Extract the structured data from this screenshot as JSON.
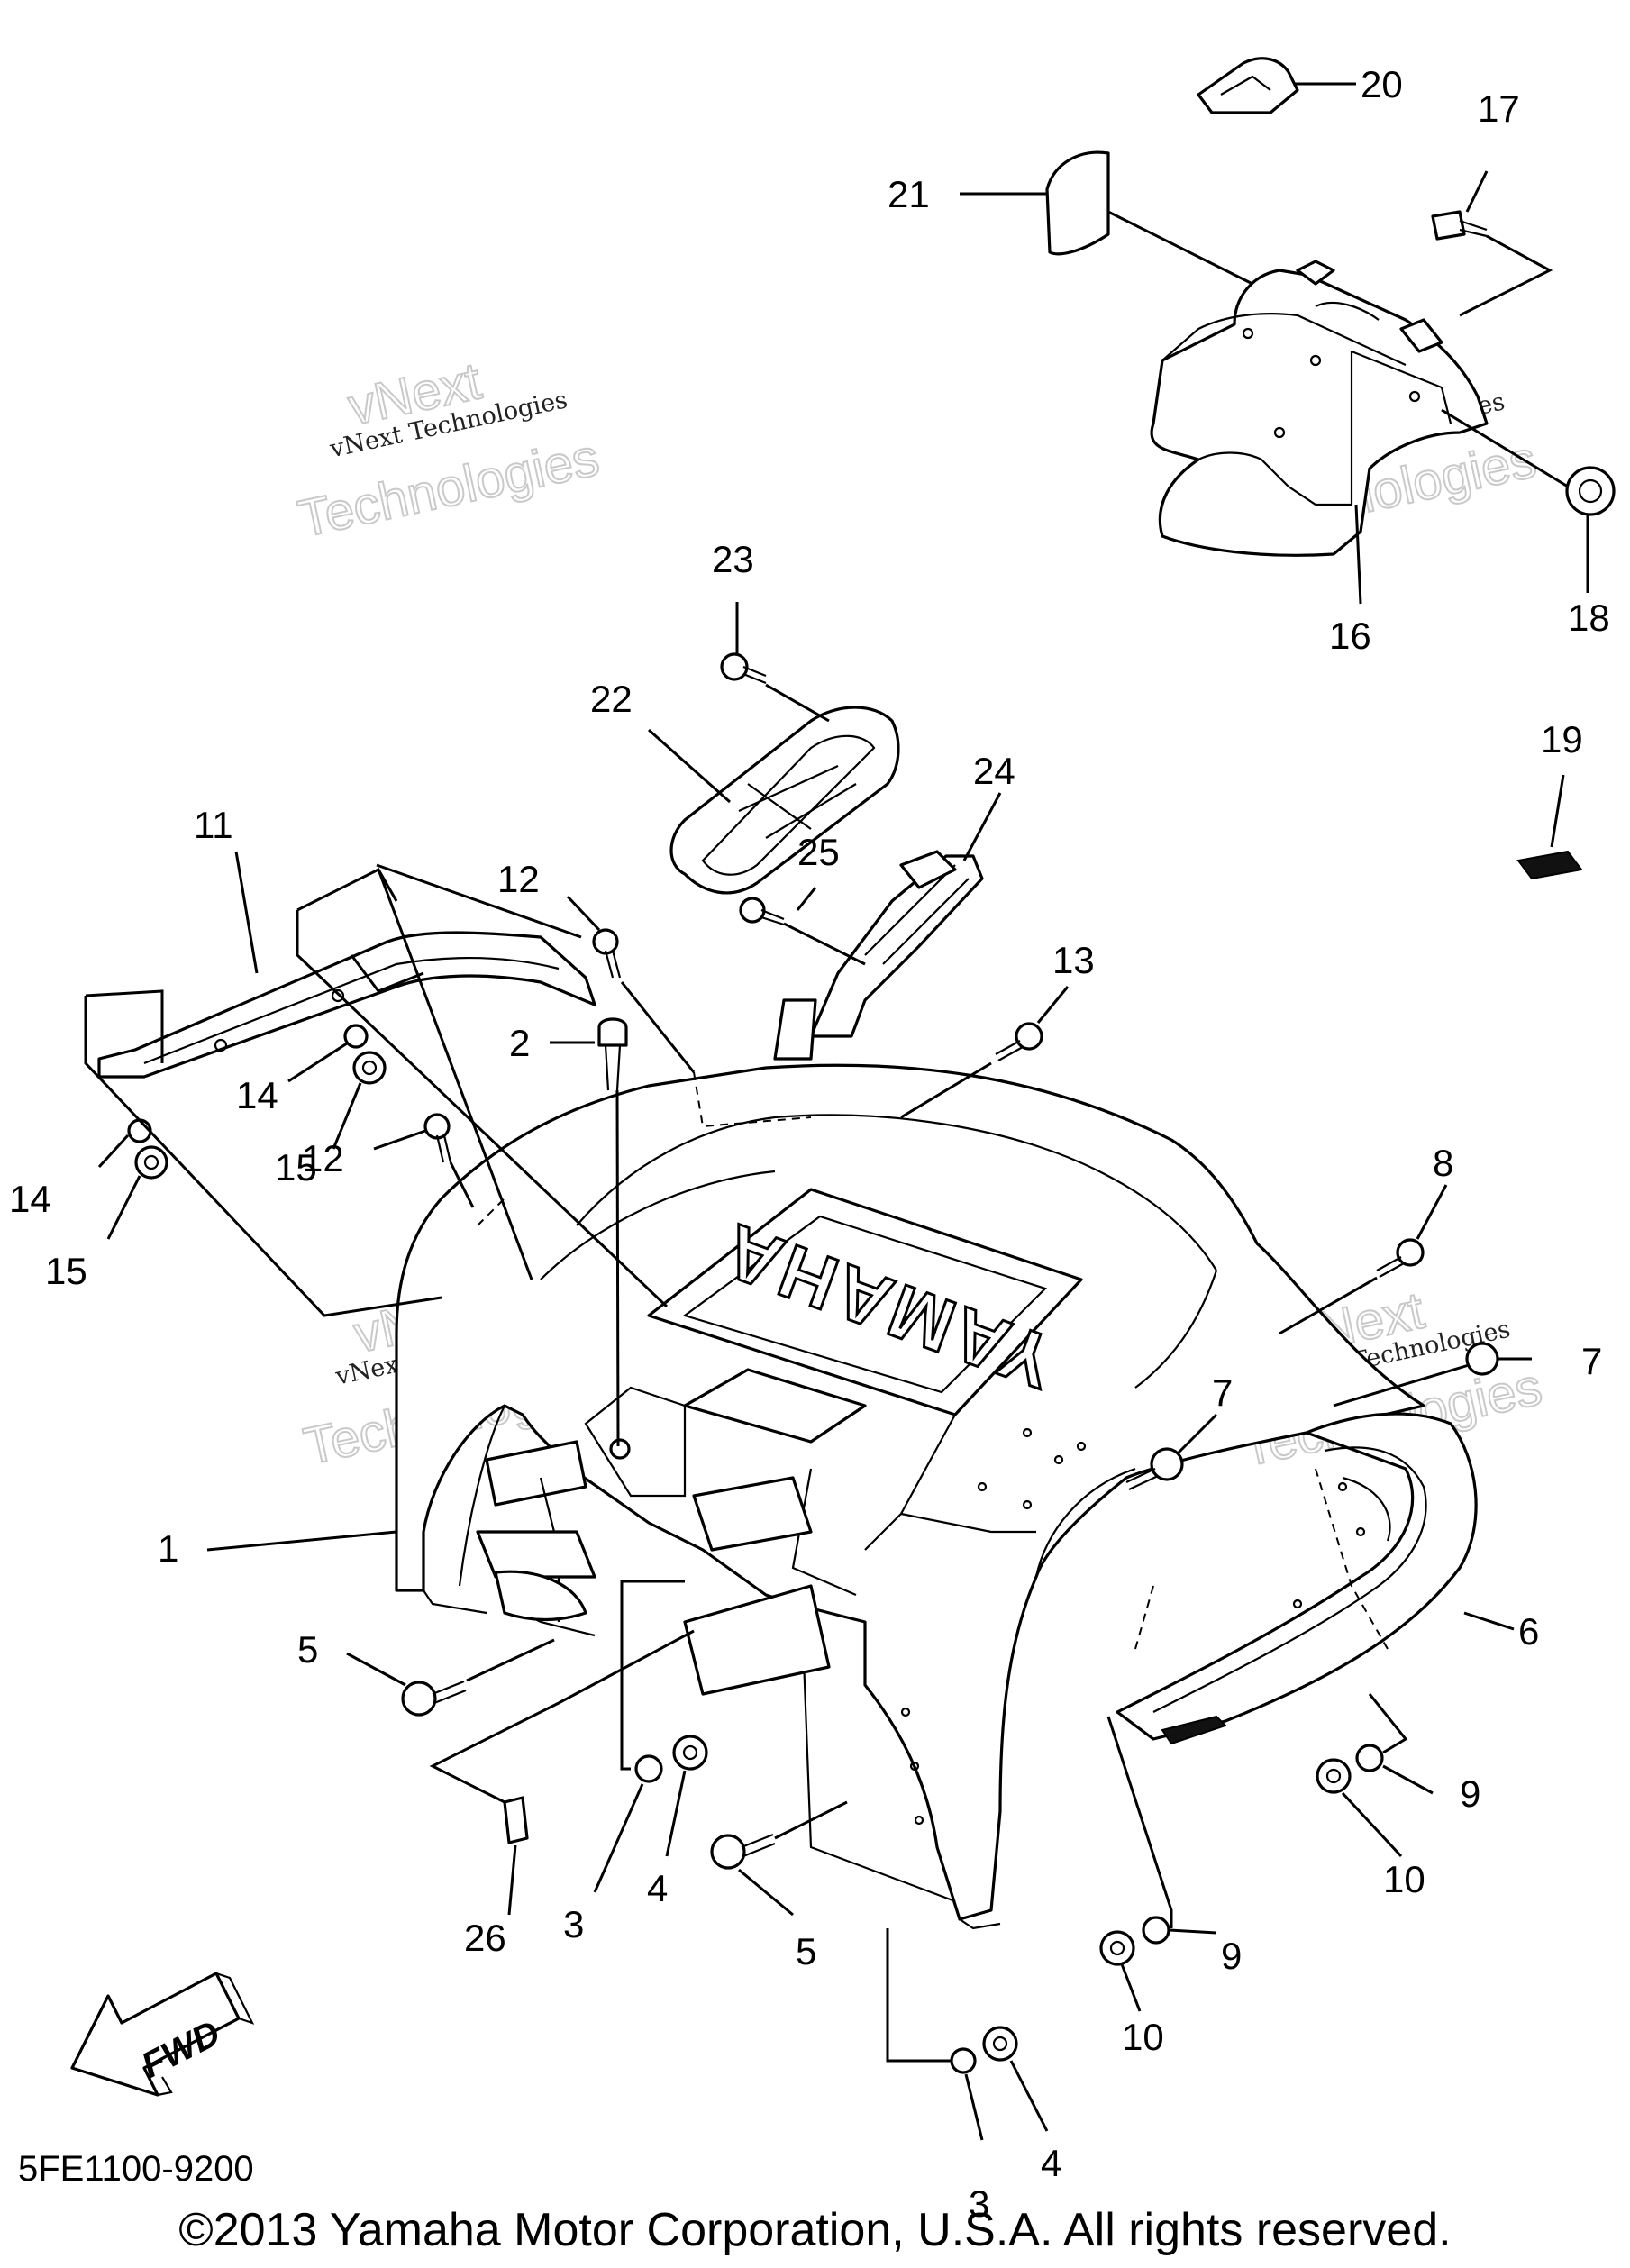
{
  "diagram_code": "5FE1100-9200",
  "copyright": "©2013 Yamaha Motor Corporation, U.S.A. All rights reserved.",
  "brand_mark": "YAMAHA",
  "direction_arrow": "FWD",
  "watermark": {
    "line1": "vNext",
    "line2": "Technologies",
    "small": "vNext Technologies"
  },
  "callouts": {
    "c1": "1",
    "c2": "2",
    "c3a": "3",
    "c3b": "3",
    "c4a": "4",
    "c4b": "4",
    "c5a": "5",
    "c5b": "5",
    "c6": "6",
    "c7a": "7",
    "c7b": "7",
    "c8": "8",
    "c9a": "9",
    "c9b": "9",
    "c10a": "10",
    "c10b": "10",
    "c11": "11",
    "c12a": "12",
    "c12b": "12",
    "c13": "13",
    "c14a": "14",
    "c14b": "14",
    "c15a": "15",
    "c15b": "15",
    "c16": "16",
    "c17": "17",
    "c18": "18",
    "c19": "19",
    "c20": "20",
    "c21": "21",
    "c22": "22",
    "c23": "23",
    "c24": "24",
    "c25": "25",
    "c26": "26"
  }
}
